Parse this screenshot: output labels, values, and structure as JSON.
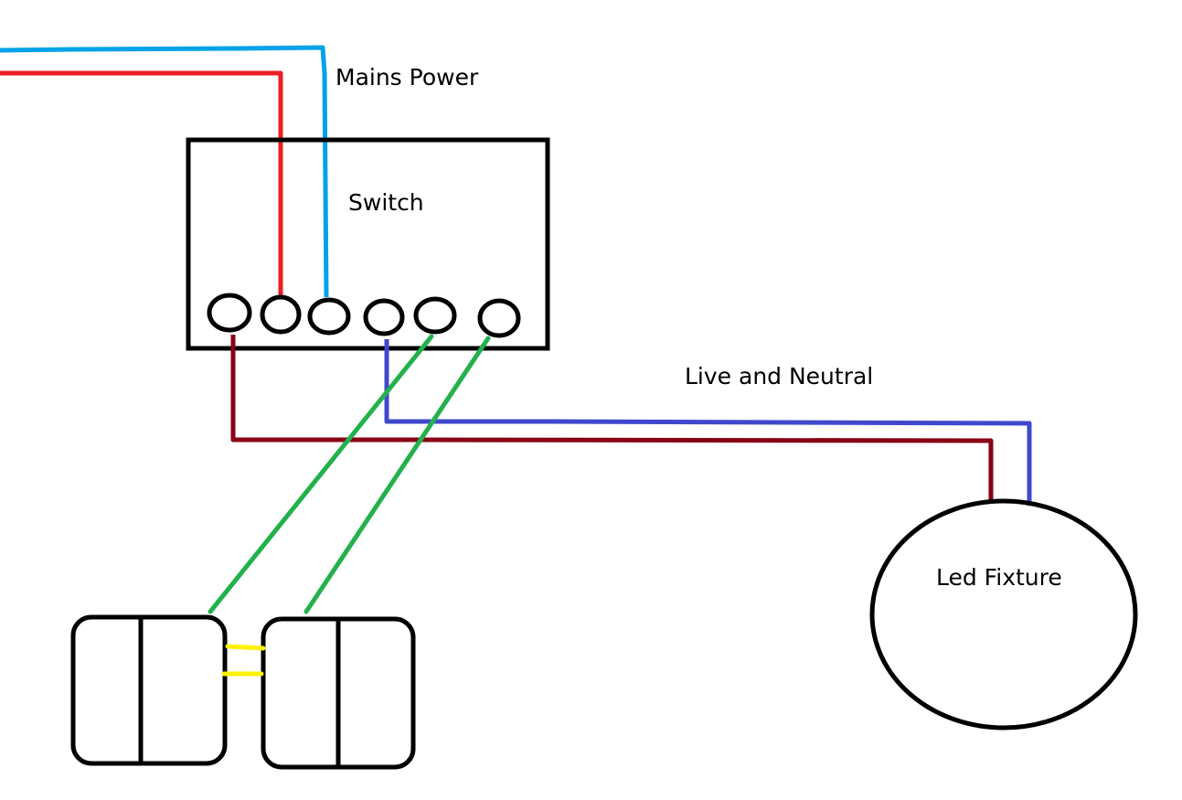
{
  "diagram": {
    "labels": {
      "mains_power": "Mains Power",
      "switch": "Switch",
      "live_and_neutral": "Live and Neutral",
      "led_fixture": "Led Fixture"
    },
    "colors": {
      "outline": "#000000",
      "mains_live": "#ed1c24",
      "mains_neutral": "#00a2e8",
      "load_live": "#880015",
      "load_neutral": "#3f48cc",
      "switch_link": "#22b14c",
      "bridge": "#fff200"
    },
    "components": [
      {
        "id": "switch-module",
        "label": "Switch",
        "terminals": 6
      },
      {
        "id": "led-fixture",
        "label": "Led Fixture"
      },
      {
        "id": "wall-switch-1",
        "gangs": 2
      },
      {
        "id": "wall-switch-2",
        "gangs": 2
      }
    ],
    "connections": [
      {
        "from": "mains",
        "to": "switch-module terminal 2",
        "color": "mains_live"
      },
      {
        "from": "mains",
        "to": "switch-module terminal 3",
        "color": "mains_neutral"
      },
      {
        "from": "switch-module terminal 1",
        "to": "led-fixture",
        "color": "load_live"
      },
      {
        "from": "switch-module terminal 4",
        "to": "led-fixture",
        "color": "load_neutral"
      },
      {
        "from": "switch-module terminal 5",
        "to": "wall-switch-1",
        "color": "switch_link"
      },
      {
        "from": "switch-module terminal 6",
        "to": "wall-switch-2",
        "color": "switch_link"
      },
      {
        "from": "wall-switch-1",
        "to": "wall-switch-2",
        "color": "bridge",
        "count": 2
      }
    ]
  }
}
